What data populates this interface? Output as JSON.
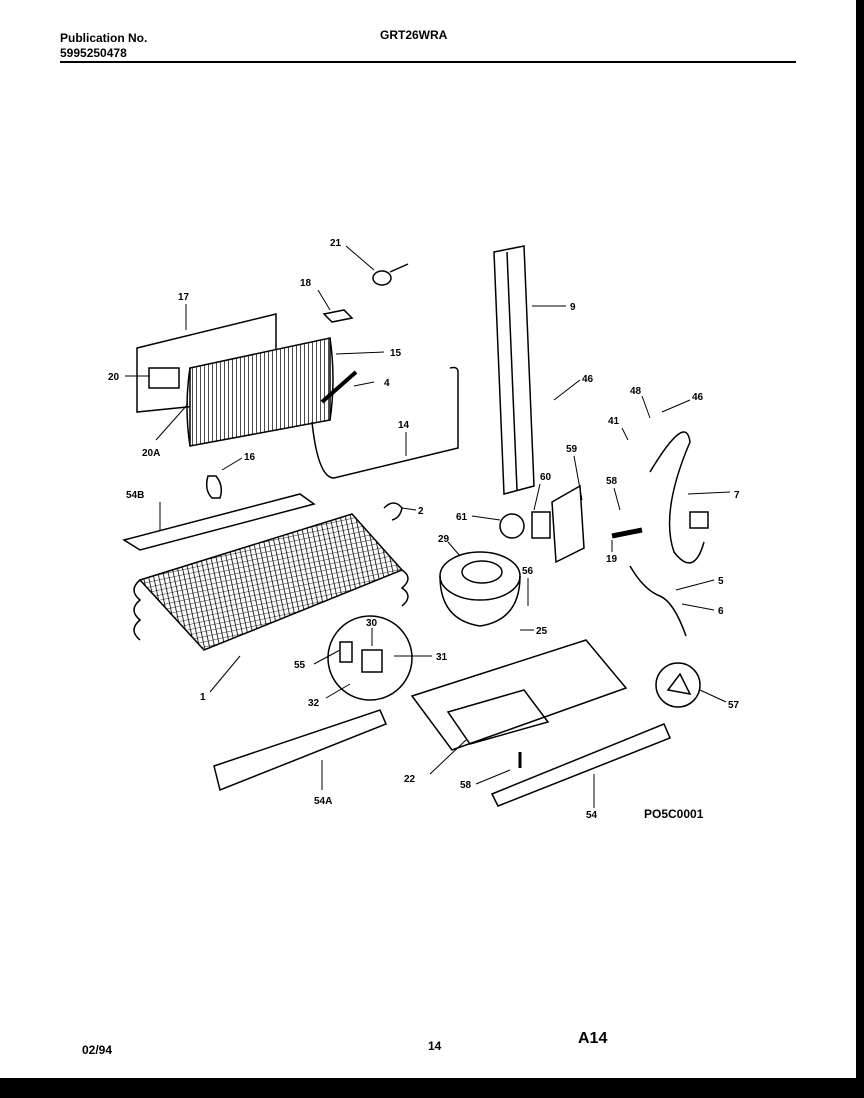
{
  "header": {
    "pub_label": "Publication No.",
    "pub_number": "5995250478",
    "model": "GRT26WRA"
  },
  "footer": {
    "date": "02/94",
    "page": "14",
    "code": "A14"
  },
  "diagram": {
    "figure_code": "PO5C0001",
    "callouts": {
      "c21": "21",
      "c18": "18",
      "c17": "17",
      "c15": "15",
      "c20": "20",
      "c4": "4",
      "c20a": "20A",
      "c14": "14",
      "c16": "16",
      "c9": "9",
      "c46a": "46",
      "c48": "48",
      "c46b": "46",
      "c41": "41",
      "c59": "59",
      "c60": "60",
      "c58": "58",
      "c7": "7",
      "c54b": "54B",
      "c2": "2",
      "c61": "61",
      "c29": "29",
      "c19": "19",
      "c56": "56",
      "c5": "5",
      "c6": "6",
      "c30": "30",
      "c25": "25",
      "c55": "55",
      "c31": "31",
      "c32": "32",
      "c1": "1",
      "c57": "57",
      "c22": "22",
      "c54a": "54A",
      "c58b": "58",
      "c54": "54"
    }
  }
}
